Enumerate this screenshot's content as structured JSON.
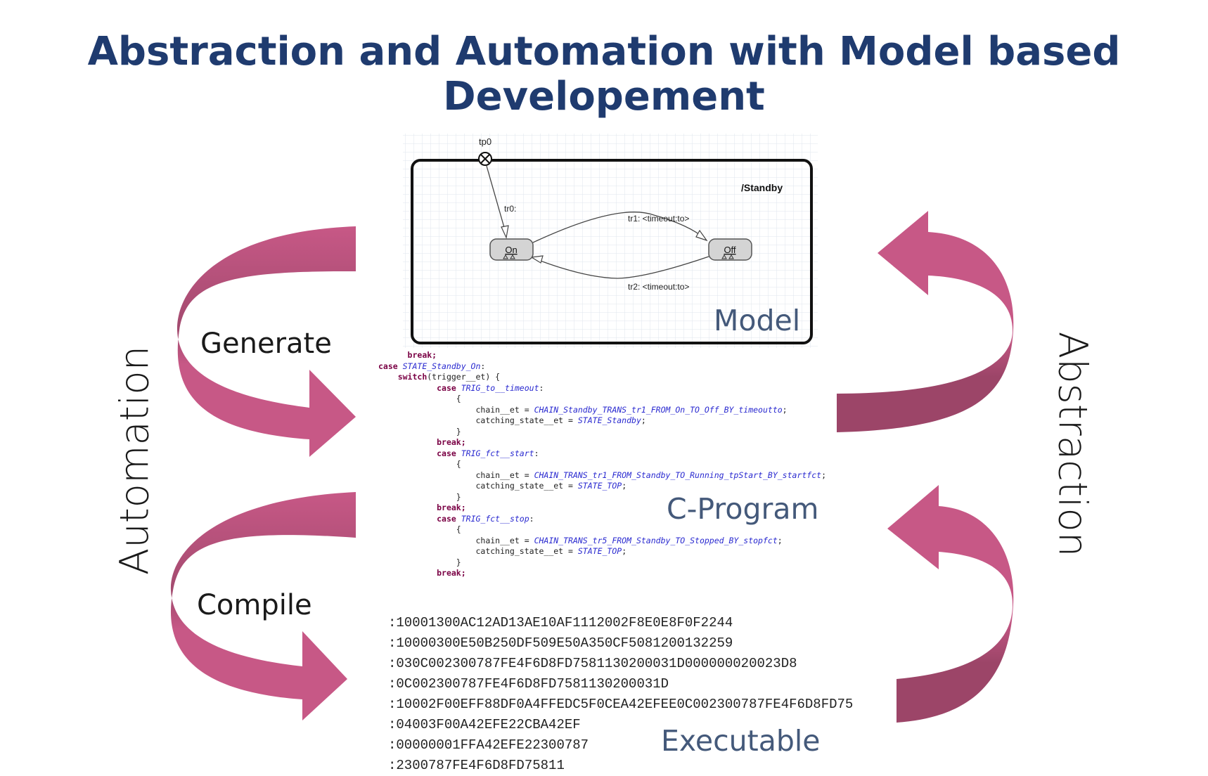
{
  "title": {
    "line1": "Abstraction and Automation with Model based",
    "line2": "Developement"
  },
  "side_labels": {
    "left": "Automation",
    "right": "Abstraction"
  },
  "arrow_labels": {
    "generate": "Generate",
    "compile": "Compile"
  },
  "layers": {
    "model": "Model",
    "c_program": "C-Program",
    "executable": "Executable"
  },
  "state_machine": {
    "transition_point": "tp0",
    "region_name": "/Standby",
    "initial_transition": "tr0:",
    "states": [
      "On",
      "Off"
    ],
    "transitions": [
      {
        "label": "tr1: <timeout:to>",
        "from": "On",
        "to": "Off"
      },
      {
        "label": "tr2: <timeout:to>",
        "from": "Off",
        "to": "On"
      }
    ]
  },
  "code_lines": [
    [
      {
        "t": "      "
      },
      {
        "t": "break;",
        "c": "kw"
      }
    ],
    [
      {
        "t": "case ",
        "c": "kw"
      },
      {
        "t": "STATE_Standby_On",
        "c": "id"
      },
      {
        "t": ":"
      }
    ],
    [
      {
        "t": "    "
      },
      {
        "t": "switch",
        "c": "kw"
      },
      {
        "t": "(trigger__et) {"
      }
    ],
    [
      {
        "t": "            "
      },
      {
        "t": "case ",
        "c": "kw"
      },
      {
        "t": "TRIG_to__timeout",
        "c": "id"
      },
      {
        "t": ":"
      }
    ],
    [
      {
        "t": "                {"
      }
    ],
    [
      {
        "t": "                    chain__et = "
      },
      {
        "t": "CHAIN_Standby_TRANS_tr1_FROM_On_TO_Off_BY_timeoutto",
        "c": "id"
      },
      {
        "t": ";"
      }
    ],
    [
      {
        "t": "                    catching_state__et = "
      },
      {
        "t": "STATE_Standby",
        "c": "id"
      },
      {
        "t": ";"
      }
    ],
    [
      {
        "t": "                }"
      }
    ],
    [
      {
        "t": "            "
      },
      {
        "t": "break;",
        "c": "kw"
      }
    ],
    [
      {
        "t": "            "
      },
      {
        "t": "case ",
        "c": "kw"
      },
      {
        "t": "TRIG_fct__start",
        "c": "id"
      },
      {
        "t": ":"
      }
    ],
    [
      {
        "t": "                {"
      }
    ],
    [
      {
        "t": "                    chain__et = "
      },
      {
        "t": "CHAIN_TRANS_tr1_FROM_Standby_TO_Running_tpStart_BY_startfct",
        "c": "id"
      },
      {
        "t": ";"
      }
    ],
    [
      {
        "t": "                    catching_state__et = "
      },
      {
        "t": "STATE_TOP",
        "c": "id"
      },
      {
        "t": ";"
      }
    ],
    [
      {
        "t": "                }"
      }
    ],
    [
      {
        "t": "            "
      },
      {
        "t": "break;",
        "c": "kw"
      }
    ],
    [
      {
        "t": "            "
      },
      {
        "t": "case ",
        "c": "kw"
      },
      {
        "t": "TRIG_fct__stop",
        "c": "id"
      },
      {
        "t": ":"
      }
    ],
    [
      {
        "t": "                {"
      }
    ],
    [
      {
        "t": "                    chain__et = "
      },
      {
        "t": "CHAIN_TRANS_tr5_FROM_Standby_TO_Stopped_BY_stopfct",
        "c": "id"
      },
      {
        "t": ";"
      }
    ],
    [
      {
        "t": "                    catching_state__et = "
      },
      {
        "t": "STATE_TOP",
        "c": "id"
      },
      {
        "t": ";"
      }
    ],
    [
      {
        "t": "                }"
      }
    ],
    [
      {
        "t": "            "
      },
      {
        "t": "break;",
        "c": "kw"
      }
    ]
  ],
  "hex_lines": [
    ":10001300AC12AD13AE10AF1112002F8E0E8F0F2244",
    ":10000300E50B250DF509E50A350CF5081200132259",
    ":030C002300787FE4F6D8FD7581130200031D000000020023D8",
    ":0C002300787FE4F6D8FD7581130200031D",
    ":10002F00EFF88DF0A4FFEDC5F0CEA42EFEE0C002300787FE4F6D8FD75",
    ":04003F00A42EFE22CBA42EF",
    ":00000001FFA42EFE22300787",
    ":2300787FE4F6D8FD75811"
  ],
  "colors": {
    "title": "#1f3b6f",
    "arrow": "#c75886",
    "arrow_dark": "#9c4568",
    "layer_text": "#44597a"
  }
}
